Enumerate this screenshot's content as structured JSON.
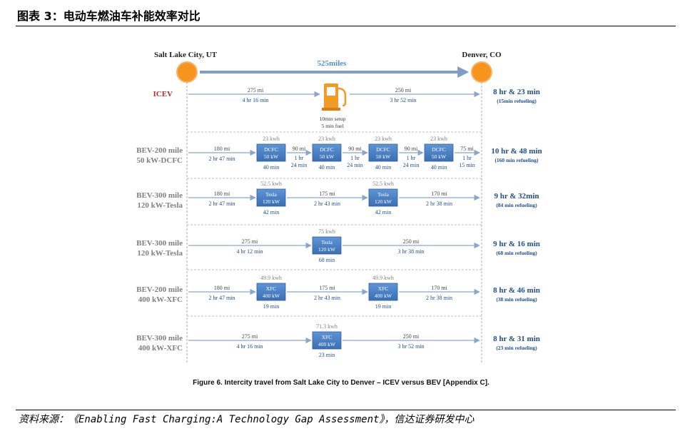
{
  "header": {
    "title": "图表 3：电动车燃油车补能效率对比"
  },
  "endpoints": {
    "origin": "Salt Lake City, UT",
    "destination": "Denver, CO",
    "distance": "525miles"
  },
  "icev": {
    "label": "ICEV",
    "leg1": {
      "dist": "275 mi",
      "time": "4 hr 16 min"
    },
    "stop": {
      "line1": "10min setup",
      "line2": "5 min fuel"
    },
    "leg2": {
      "dist": "250 mi",
      "time": "3 hr 52 min"
    },
    "total": "8 hr & 23 min",
    "refuel": "(15min refueling)"
  },
  "rows": [
    {
      "label1": "BEV-200 mile",
      "label2": "50 kW-DCFC",
      "legs": [
        {
          "dist": "180 mi",
          "time": "2 hr 47 min"
        },
        {
          "dist": "90 mi",
          "time1": "1 hr",
          "time2": "24 min"
        },
        {
          "dist": "90 mi",
          "time1": "1 hr",
          "time2": "24 min"
        },
        {
          "dist": "90 mi",
          "time1": "1 hr",
          "time2": "24 min"
        },
        {
          "dist": "75 mi",
          "time1": "1 hr",
          "time2": "15 min"
        }
      ],
      "stops": [
        {
          "energy": "23 kwh",
          "name": "DCFC",
          "power": "50 kW",
          "time": "40 min"
        },
        {
          "energy": "23 kwh",
          "name": "DCFC",
          "power": "50 kW",
          "time": "40 min"
        },
        {
          "energy": "23 kwh",
          "name": "DCFC",
          "power": "50 kW",
          "time": "40 min"
        },
        {
          "energy": "23 kwh",
          "name": "DCFC",
          "power": "50 kW",
          "time": "40 min"
        }
      ],
      "total": "10 hr & 48 min",
      "refuel": "(160 min refueling)"
    },
    {
      "label1": "BEV-300 mile",
      "label2": "120 kW-Tesla",
      "legs": [
        {
          "dist": "180 mi",
          "time": "2 hr 47 min"
        },
        {
          "dist": "175 mi",
          "time": "2 hr 43 min"
        },
        {
          "dist": "170 mi",
          "time": "2 hr 38 min"
        }
      ],
      "stops": [
        {
          "energy": "52.5 kwh",
          "name": "Tesla",
          "power": "120 kW",
          "time": "42 min"
        },
        {
          "energy": "52.5 kwh",
          "name": "Tesla",
          "power": "120 kW",
          "time": "42 min"
        }
      ],
      "total": "9 hr & 32min",
      "refuel": "(84 min refueling)"
    },
    {
      "label1": "BEV-300 mile",
      "label2": "120 kW-Tesla",
      "legs": [
        {
          "dist": "275 mi",
          "time": "4 hr 12 min"
        },
        {
          "dist": "250 mi",
          "time": "3 hr 38 min"
        }
      ],
      "stops": [
        {
          "energy": "75 kwh",
          "name": "Tesla",
          "power": "120 kW",
          "time": "68 min"
        }
      ],
      "total": "9 hr & 16 min",
      "refuel": "(68 min refueling)"
    },
    {
      "label1": "BEV-200 mile",
      "label2": "400 kW-XFC",
      "legs": [
        {
          "dist": "180 mi",
          "time": "2 hr 47 min"
        },
        {
          "dist": "175 mi",
          "time": "2 hr 43 min"
        },
        {
          "dist": "170 mi",
          "time": "2 hr 38 min"
        }
      ],
      "stops": [
        {
          "energy": "49.9 kwh",
          "name": "XFC",
          "power": "400 kW",
          "time": "19 min"
        },
        {
          "energy": "49.9 kwh",
          "name": "XFC",
          "power": "400 kW",
          "time": "19 min"
        }
      ],
      "total": "8 hr & 46 min",
      "refuel": "(38 min refueling)"
    },
    {
      "label1": "BEV-300 mile",
      "label2": "400 kW-XFC",
      "legs": [
        {
          "dist": "275 mi",
          "time": "4 hr 16 min"
        },
        {
          "dist": "250 mi",
          "time": "3 hr 52 min"
        }
      ],
      "stops": [
        {
          "energy": "71.3 kwh",
          "name": "XFC",
          "power": "400 kW",
          "time": "23 min"
        }
      ],
      "total": "8 hr & 31 min",
      "refuel": "(23 min refueling)"
    }
  ],
  "caption": "Figure 6. Intercity travel from Salt Lake City to Denver – ICEV versus BEV [Appendix C].",
  "footer": {
    "source": "资料来源：《Enabling Fast Charging:A Technology Gap Assessment》，信达证券研发中心"
  },
  "colors": {
    "arrow": "#8aa6cc",
    "box": "#4a7fc4",
    "boxEdge": "#2e5f9e",
    "label": "#7f7f7f",
    "blueText": "#1f4e8c",
    "red": "#c0262b",
    "endpoint": "#f7941d",
    "pump": "#f39a26"
  }
}
